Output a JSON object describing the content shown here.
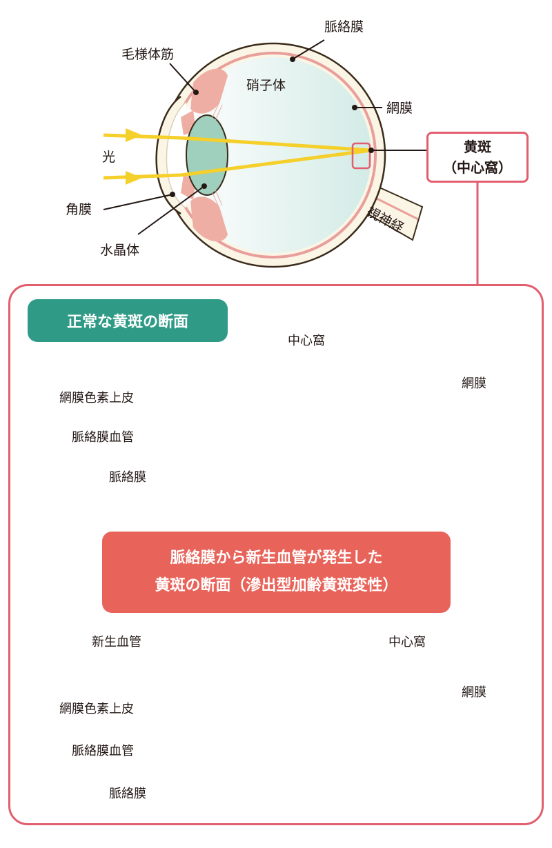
{
  "eye": {
    "choroid": "脈絡膜",
    "ciliary_muscle": "毛様体筋",
    "vitreous": "硝子体",
    "retina": "網膜",
    "light": "光",
    "cornea": "角膜",
    "lens": "水晶体",
    "optic_nerve": "視神経",
    "macula_title": "黄斑",
    "macula_sub": "（中心窩）"
  },
  "normal": {
    "heading": "正常な黄斑の断面",
    "fovea": "中心窩",
    "retina": "網膜",
    "rpe": "網膜色素上皮",
    "choroidal_vessels": "脈絡膜血管",
    "choroid": "脈絡膜"
  },
  "amd": {
    "heading_line1": "脈絡膜から新生血管が発生した",
    "heading_line2": "黄斑の断面（滲出型加齢黄斑変性）",
    "new_vessels": "新生血管",
    "fovea": "中心窩",
    "retina": "網膜",
    "rpe": "網膜色素上皮",
    "choroidal_vessels": "脈絡膜血管",
    "choroid": "脈絡膜"
  },
  "colors": {
    "accent_red": "#e25d6d",
    "teal": "#2f9a86",
    "salmon": "#e8645a",
    "light_ray": "#f5cf2a",
    "choroid_pink": "#f6d3c8",
    "vessel_orange": "#f0b26a",
    "retina_blue": "#d4e7ea",
    "new_vessel_red": "#e24a3a"
  },
  "icons": {
    "transition_arrow": "down-arrow-icon"
  }
}
